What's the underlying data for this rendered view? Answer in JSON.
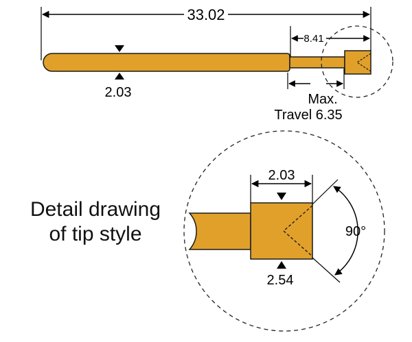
{
  "colors": {
    "pin_fill": "#E0A02A",
    "outline": "#1a1a1a",
    "dashed": "#222222"
  },
  "dimensions": {
    "overall_length": "33.02",
    "tip_length": "8.41",
    "barrel_diameter": "2.03",
    "max_travel": "Max.\nTravel 6.35",
    "max_travel_line1": "Max.",
    "max_travel_line2": "Travel 6.35"
  },
  "detail": {
    "caption_line1": "Detail drawing",
    "caption_line2": "of tip style",
    "tip_width": "2.03",
    "tip_height": "2.54",
    "tip_angle": "90°"
  }
}
